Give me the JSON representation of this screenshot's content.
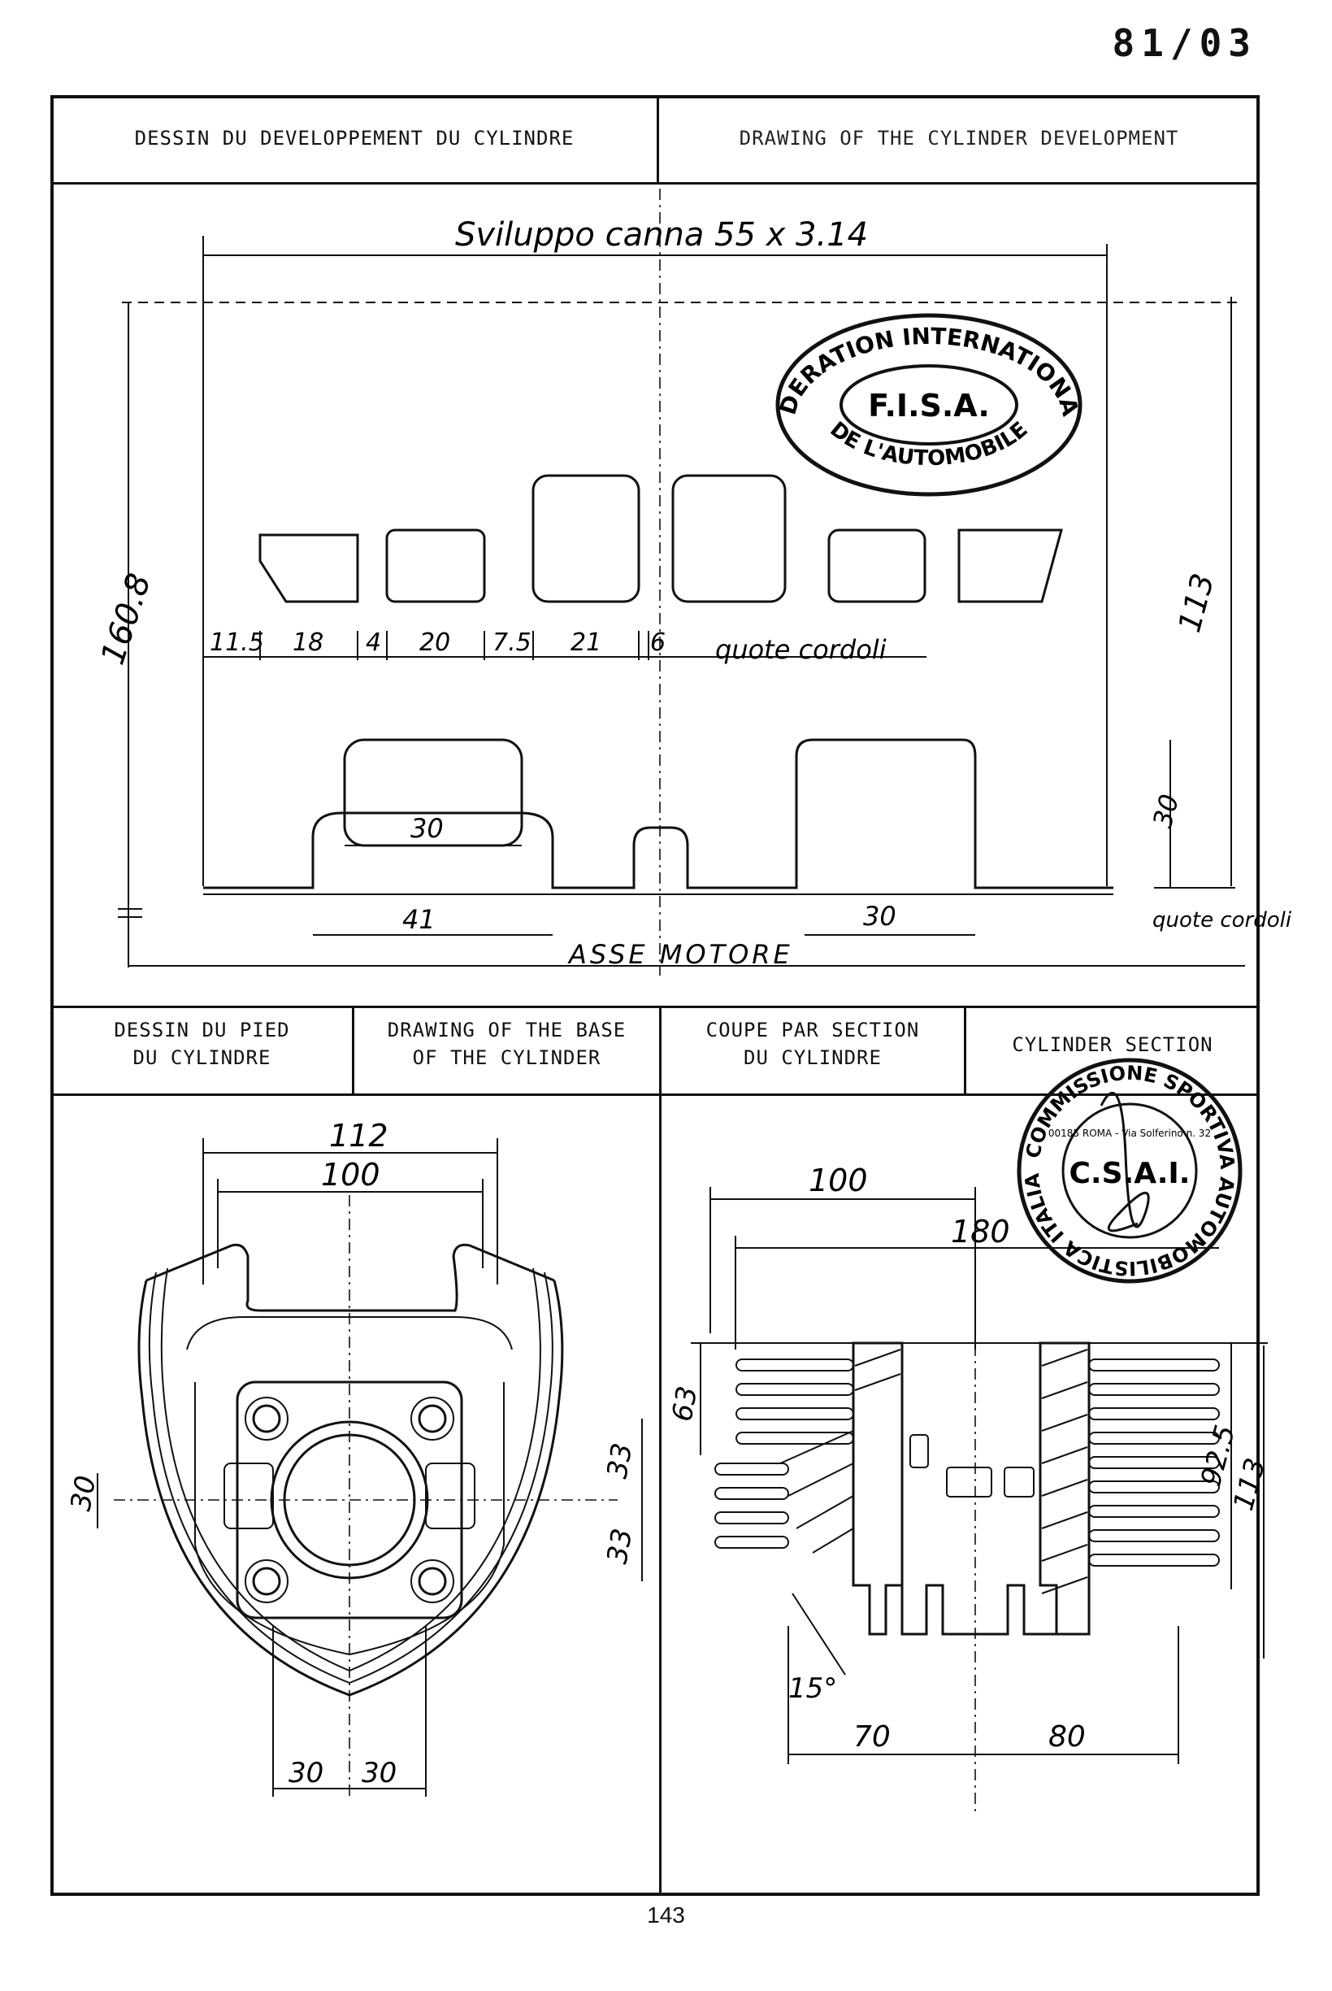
{
  "page_code": "81/03",
  "page_number": "143",
  "top_section": {
    "header_left": "DESSIN DU DEVELOPPEMENT DU CYLINDRE",
    "header_right": "DRAWING OF THE CYLINDER DEVELOPMENT",
    "title_dim": "Sviluppo canna 55 x 3.14",
    "height_dim": "160.8",
    "right_dim": "113",
    "port_widths": [
      "11.5",
      "18",
      "4",
      "20",
      "7.5",
      "21",
      "6"
    ],
    "note_rings": "quote cordoli",
    "dim_30_upper": "30",
    "dim_41": "41",
    "dim_30_lower": "30",
    "dim_30_right": "30",
    "note_rings_2": "quote cordoli",
    "axis_label": "ASSE MOTORE"
  },
  "stamp_fia": {
    "outer_text_top": "FEDERATION INTERNATIONALE",
    "outer_text_bottom": "DE L'AUTOMOBILE",
    "center": "F.I.S.A."
  },
  "bottom_section": {
    "header_1": [
      "DESSIN DU PIED",
      "DU CYLINDRE"
    ],
    "header_2": [
      "DRAWING OF THE BASE",
      "OF THE CYLINDER"
    ],
    "header_3": [
      "COUPE PAR SECTION",
      "DU CYLINDRE"
    ],
    "header_4": "CYLINDER SECTION",
    "base_dims": {
      "d112": "112",
      "d100": "100",
      "d30": "30",
      "d33a": "33",
      "d33b": "33",
      "d30l": "30",
      "d30r": "30"
    },
    "section_dims": {
      "d100": "100",
      "d180": "180",
      "d63": "63",
      "d92_5": "92.5",
      "d113": "113",
      "angle": "15°",
      "d70": "70",
      "d80": "80"
    }
  },
  "stamp_csai": {
    "ring_text": "COMMISSIONE SPORTIVA AUTOMOBILISTICA ITALIANA",
    "address": "00185 ROMA - Via Solferino n. 32",
    "center": "C.S.A.I."
  }
}
